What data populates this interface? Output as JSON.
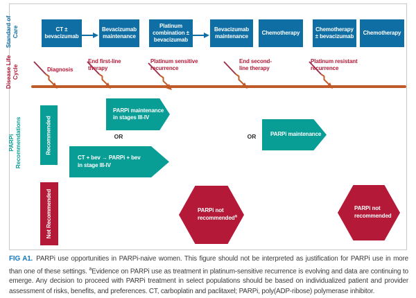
{
  "figure": {
    "row_labels": {
      "standard_of_care": "Standard of\nCare",
      "disease_life_cycle": "Disease Life\nCycle",
      "parpi_recommendations": "PARPi\nRecommendations"
    },
    "standard_of_care_boxes": [
      {
        "label": "CT ±\nbevacizumab"
      },
      {
        "label": "Bevacizumab\nmaintenance"
      },
      {
        "label": "Platinum\ncombination ±\nbevacizumab"
      },
      {
        "label": "Bevacizumab\nmaintenance"
      },
      {
        "label": "Chemotherapy"
      },
      {
        "label": "Chemotherapy\n± bevacizumab"
      },
      {
        "label": "Chemotherapy"
      }
    ],
    "timeline_events": [
      {
        "label": "Diagnosis"
      },
      {
        "label": "End first-line\ntherapy"
      },
      {
        "label": "Platinum sensitive\nrecurrence"
      },
      {
        "label": "End second-\nline therapy"
      },
      {
        "label": "Platinum resistant\nrecurrence"
      }
    ],
    "recommendations": {
      "recommended_label": "Recommended",
      "not_recommended_label": "Not Recommended",
      "or_label": "OR",
      "arrow1_label": "PARPi maintenance\nin stages III-IV",
      "arrow2_label": "CT + bev → PARPi + bev\nin stage III-IV",
      "arrow3_label": "PARPi maintenance",
      "hex1_line1": "PARPi not",
      "hex1_line2": "recommended",
      "hex1_sup": "a",
      "hex2_label": "PARPi not\nrecommended"
    }
  },
  "caption": {
    "label": "FIG A1.",
    "before_sup": "PARPi use opportunities in PARPi-naive women. This figure should not be interpreted as justification for PARPi use in more than one of these settings. ",
    "sup": "a",
    "after_sup": "Evidence on PARPi use as treatment in platinum-sensitive recurrence is evolving and data are continuing to emerge. Any decision to proceed with PARPi treatment in select populations should be based on individualized patient and provider assessment of risks, benefits, and preferences. CT, carboplatin and paclitaxel; PARPi, poly(ADP-ribose) polymerase inhibitor."
  },
  "colors": {
    "blue": "#0f6fa5",
    "teal": "#089e96",
    "crimson": "#b41937",
    "orange": "#c05a28",
    "maroon": "#9d3550",
    "captionblue": "#1278be"
  }
}
